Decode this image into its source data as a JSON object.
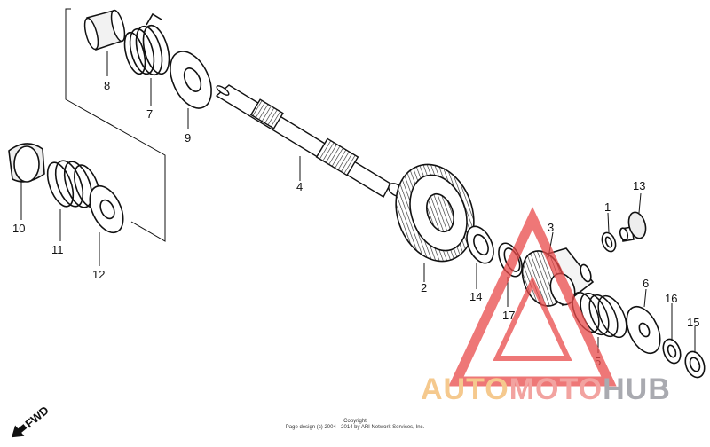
{
  "diagram": {
    "part_numbers": [
      "1",
      "2",
      "3",
      "4",
      "5",
      "6",
      "7",
      "8",
      "9",
      "10",
      "11",
      "12",
      "13",
      "14",
      "15",
      "16",
      "17"
    ],
    "fwd_label": "FWD"
  },
  "copyright": {
    "line1": "Copyright",
    "line2": "Page design (c) 2004 - 2014 by ARI Network Services, Inc."
  },
  "watermark": {
    "part1": "AUTO",
    "part2": "MOTO",
    "part3": "HUB",
    "colors": {
      "part1": "#f5c98e",
      "part2": "#f2a3a0",
      "part3": "#a9aab0",
      "triangle": "#e94a4a"
    }
  }
}
